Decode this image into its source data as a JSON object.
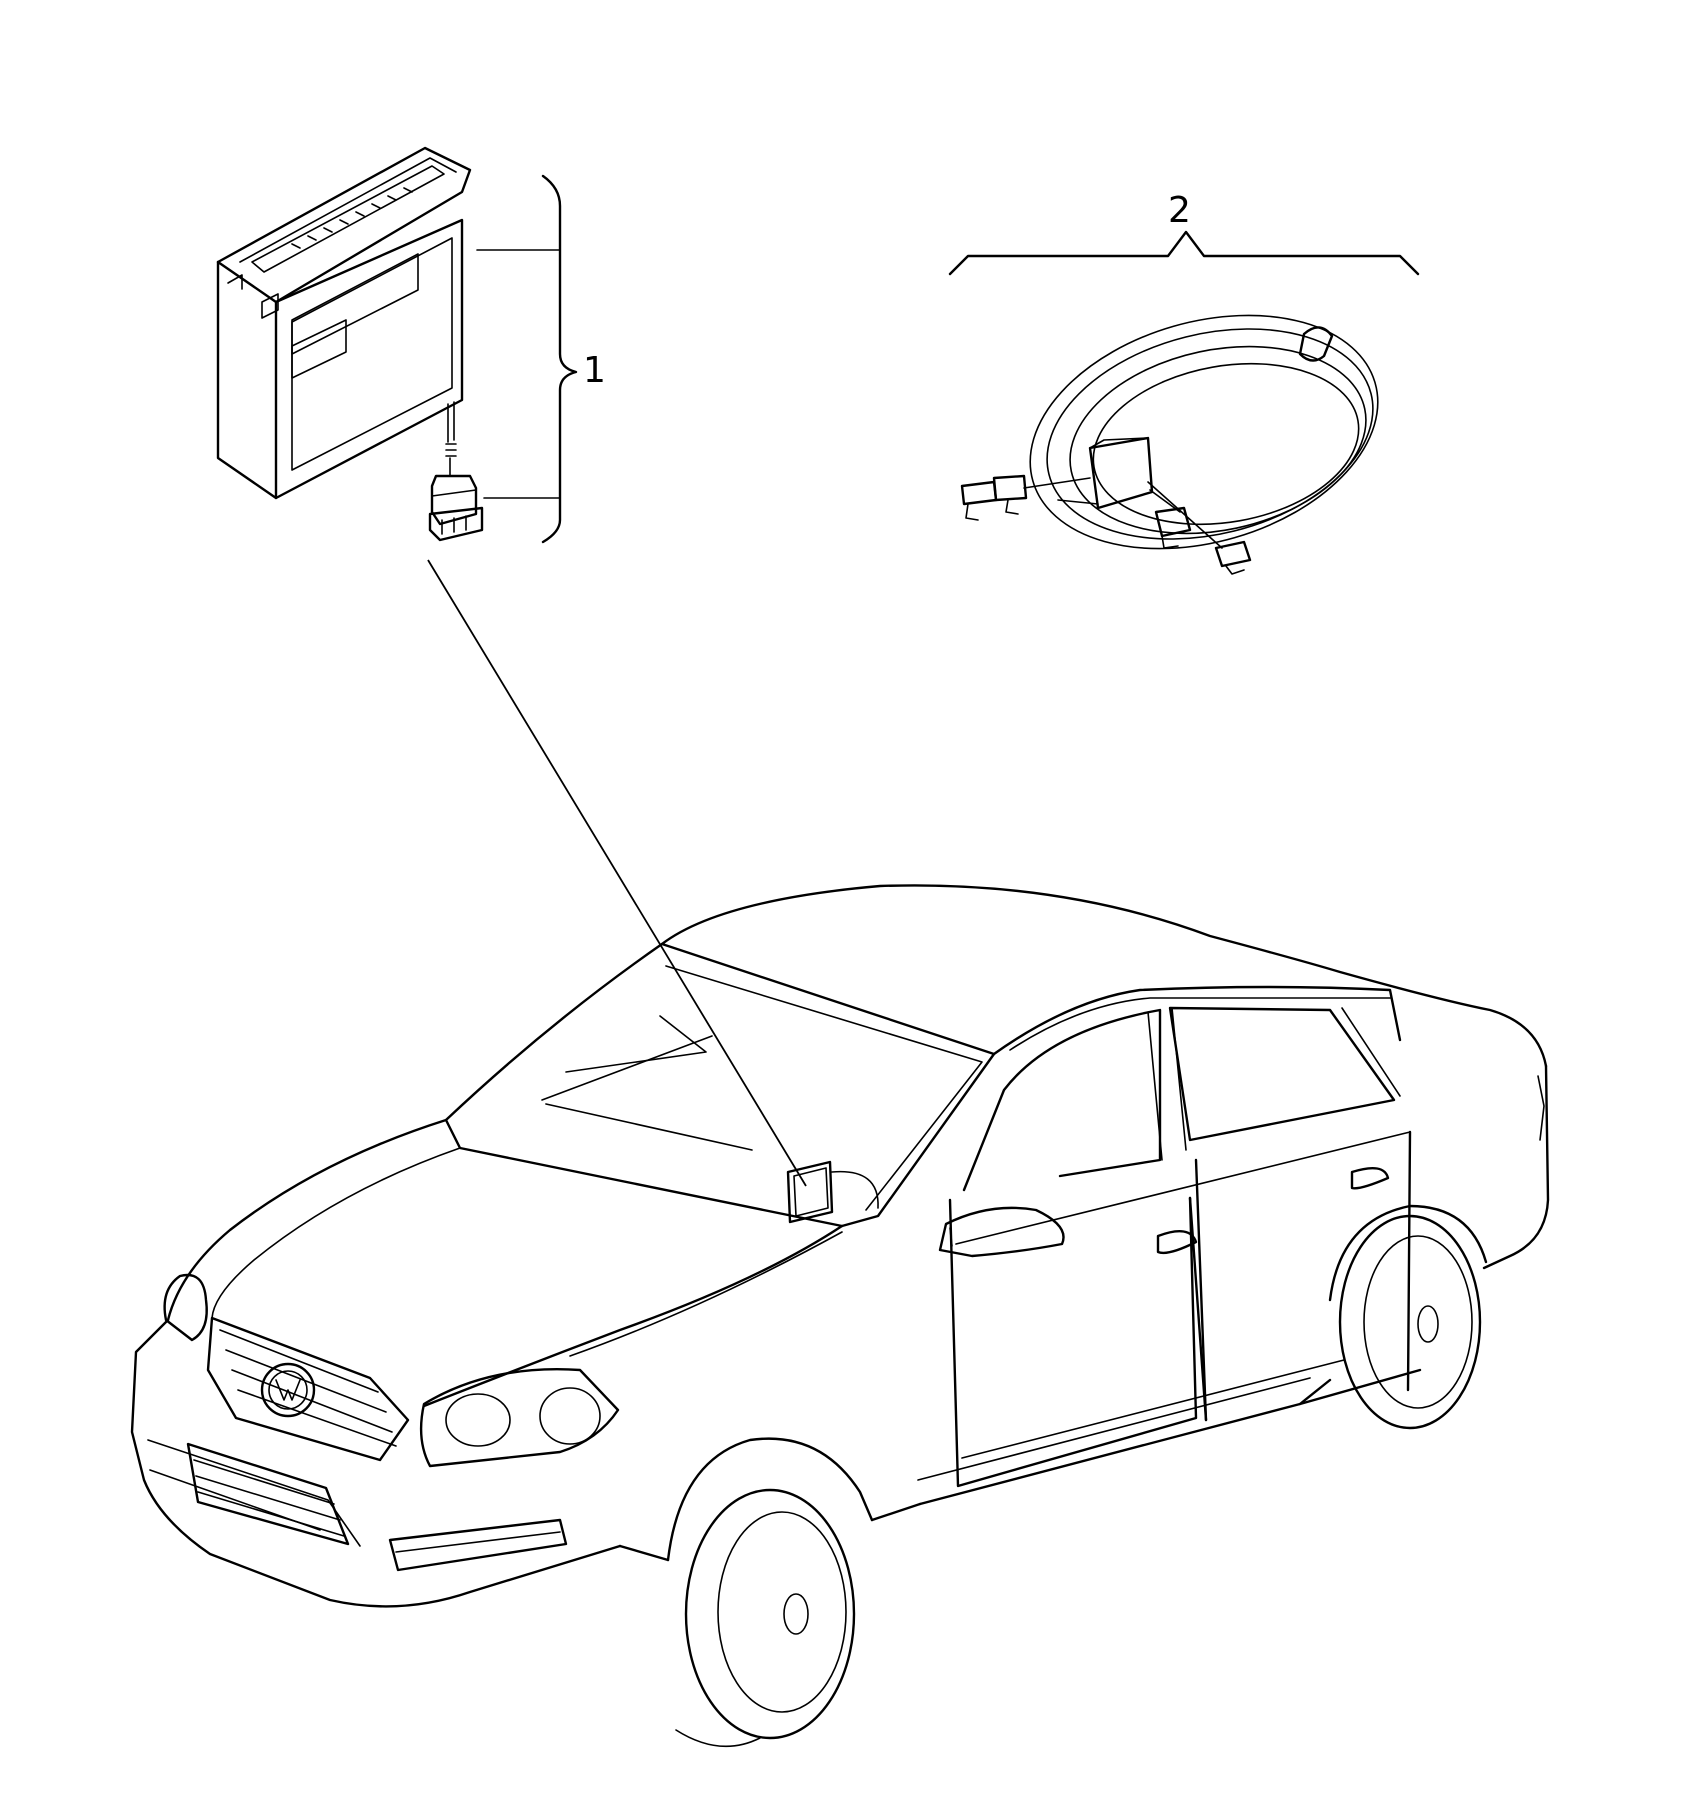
{
  "callouts": {
    "part_1": "1",
    "part_2": "2"
  },
  "parts": [
    {
      "callout": "1",
      "icon": "control-unit-with-connector-icon"
    },
    {
      "callout": "2",
      "icon": "wiring-harness-coil-icon"
    }
  ],
  "vehicle": {
    "icon": "vw-sedan-outline-icon",
    "emblem": "vw-logo-icon"
  },
  "colors": {
    "line": "#000000",
    "background": "#ffffff"
  }
}
